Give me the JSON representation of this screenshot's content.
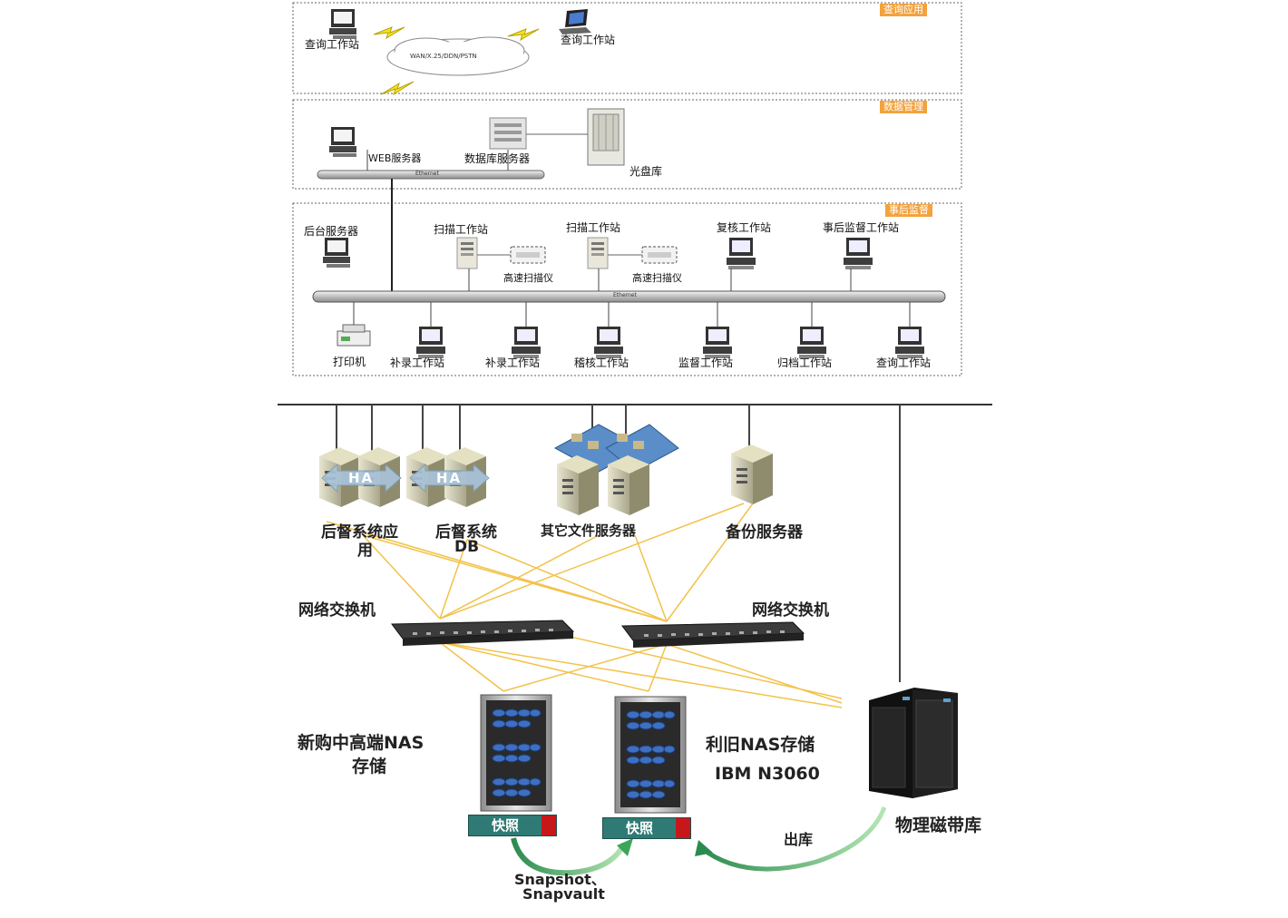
{
  "zones": {
    "query": {
      "title": "查询应用"
    },
    "data_mgmt": {
      "title": "数据管理"
    },
    "entry": {
      "title": "事后监督"
    }
  },
  "query_zone": {
    "workstation_left": "查询工作站",
    "workstation_right": "查询工作站",
    "cloud_text": "WAN/X.25/DDN/PSTN"
  },
  "data_zone": {
    "web_server": "WEB服务器",
    "db_server": "数据库服务器",
    "optical_lib": "光盘库",
    "bus_label": "Ethernet"
  },
  "entry_zone": {
    "backend_server": "后台服务器",
    "scan_ws_1": "扫描工作站",
    "scan_ws_2": "扫描工作站",
    "scanner_1": "高速扫描仪",
    "scanner_2": "高速扫描仪",
    "verify_ws": "复核工作站",
    "audit_ws": "事后监督工作站",
    "bus_label": "Ethernet",
    "bottom": [
      "打印机",
      "补录工作站",
      "补录工作站",
      "稽核工作站",
      "监督工作站",
      "归档工作站",
      "查询工作站"
    ]
  },
  "lower": {
    "server_app": "后督系统应用",
    "server_app_line1": "后督系统应",
    "server_app_line2": "用",
    "server_db_line1": "后督系统",
    "server_db_line2": "DB",
    "ha": "HA",
    "file_servers": "其它文件服务器",
    "backup_server": "备份服务器",
    "switch_left": "网络交换机",
    "switch_right": "网络交换机",
    "nas_new_line1": "新购中高端NAS",
    "nas_new_line2": "存储",
    "nas_old_line1": "利旧NAS存储",
    "nas_old_line2": "IBM N3060",
    "tape_lib": "物理磁带库",
    "snapshot": "快照",
    "snap_line1": "Snapshot、",
    "snap_line2": "Snapvault",
    "out_lib": "出库"
  }
}
